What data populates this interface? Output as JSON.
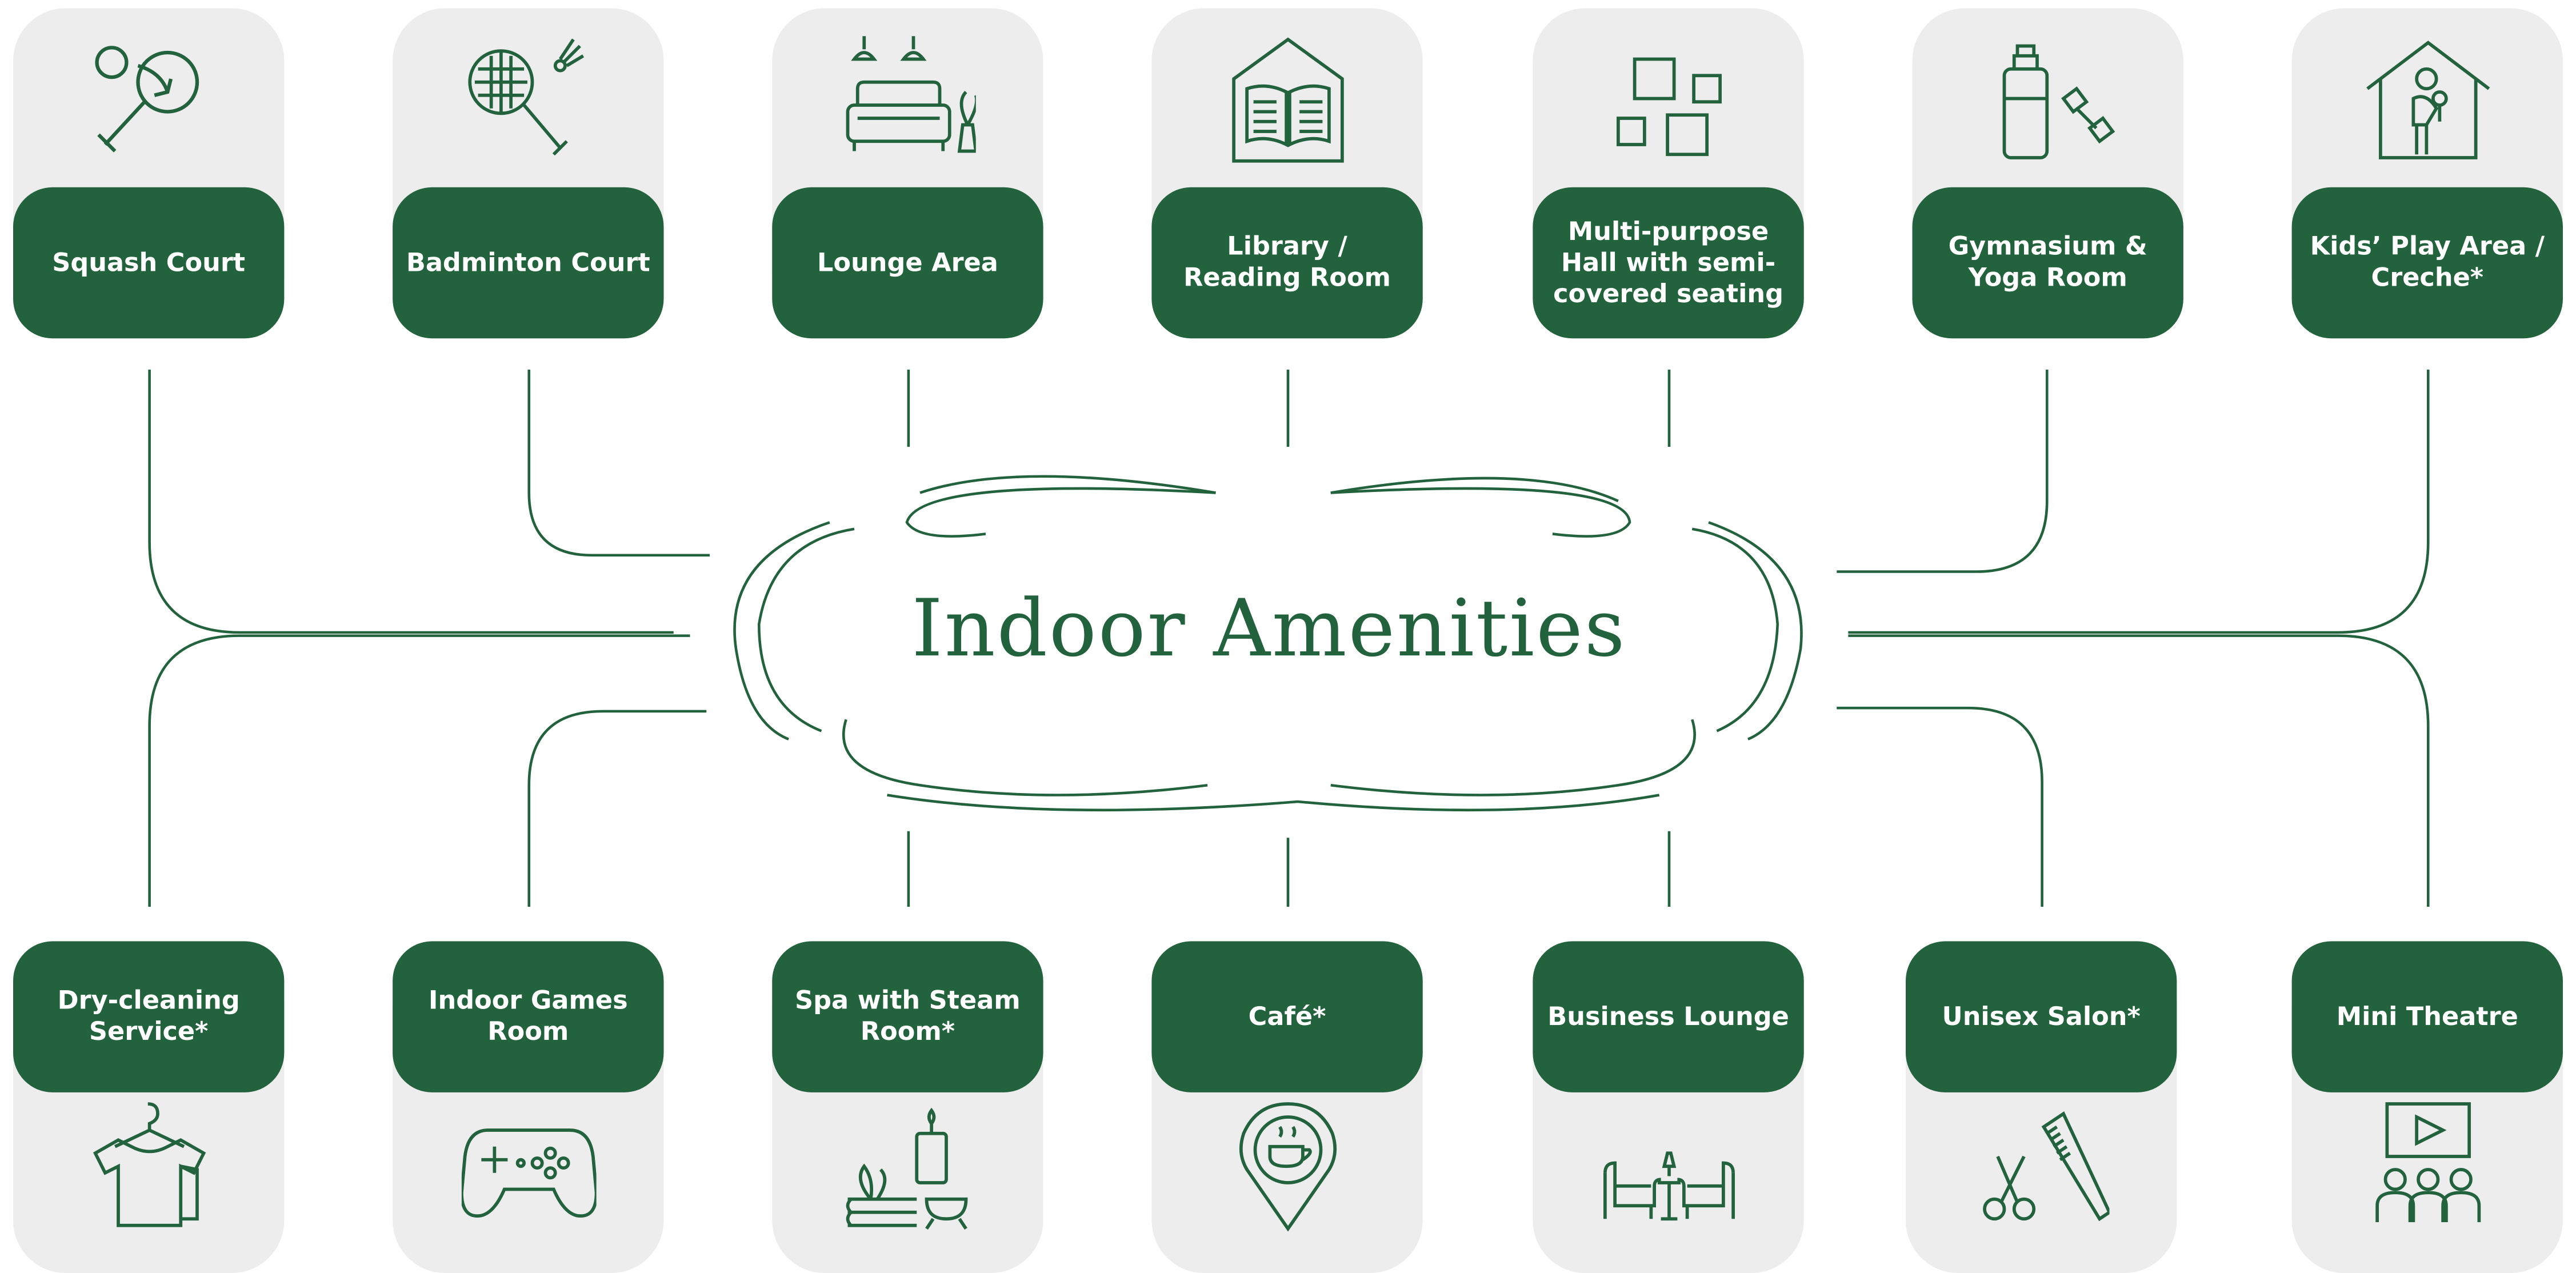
{
  "title": "Indoor Amenities",
  "colors": {
    "primary": "#22623d",
    "card_bg": "#ededed",
    "text_on_primary": "#ffffff"
  },
  "top_row": [
    {
      "label": "Squash Court",
      "icon": "squash-racket-icon"
    },
    {
      "label": "Badminton Court",
      "icon": "badminton-racket-shuttlecock-icon"
    },
    {
      "label": "Lounge Area",
      "icon": "lounge-sofa-icon"
    },
    {
      "label": "Library / Reading Room",
      "icon": "library-book-icon"
    },
    {
      "label": "Multi-purpose Hall with semi-covered seating",
      "icon": "hall-frames-icon"
    },
    {
      "label": "Gymnasium & Yoga Room",
      "icon": "gym-bottle-dumbbell-icon"
    },
    {
      "label": "Kids’ Play Area / Creche*",
      "icon": "kids-house-icon"
    }
  ],
  "bottom_row": [
    {
      "label": "Dry-cleaning Service*",
      "icon": "dry-cleaning-shirt-icon"
    },
    {
      "label": "Indoor Games Room",
      "icon": "game-controller-icon"
    },
    {
      "label": "Spa with Steam Room*",
      "icon": "spa-candle-icon"
    },
    {
      "label": "Café*",
      "icon": "cafe-cup-pin-icon"
    },
    {
      "label": "Business Lounge",
      "icon": "business-lounge-chairs-icon"
    },
    {
      "label": "Unisex Salon*",
      "icon": "salon-scissors-comb-icon"
    },
    {
      "label": "Mini Theatre",
      "icon": "mini-theatre-icon"
    }
  ]
}
